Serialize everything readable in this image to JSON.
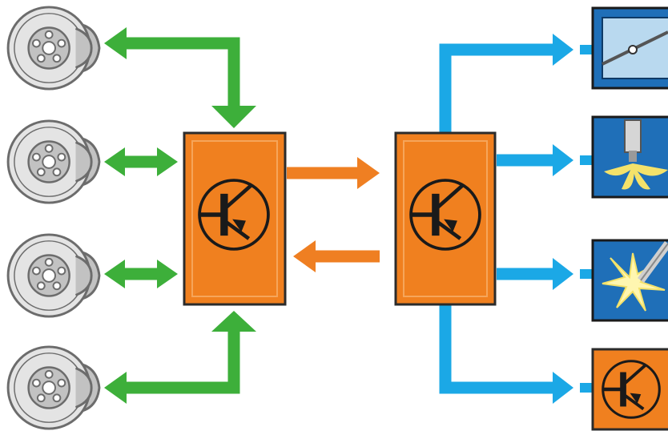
{
  "diagram": {
    "colors": {
      "green": "#3daf3a",
      "orange": "#ef7f22",
      "blue": "#1ba8e6",
      "disc_light": "#e4e4e4",
      "disc_mid": "#c2c2c2",
      "disc_stroke": "#6c6c6c",
      "module_fill": "#f0801f",
      "module_border": "#2b2b2b",
      "tile_blue": "#1f6fb8"
    },
    "brakes": [
      {
        "name": "brake-disc-1",
        "icon": "brake-disc-icon"
      },
      {
        "name": "brake-disc-2",
        "icon": "brake-disc-icon"
      },
      {
        "name": "brake-disc-3",
        "icon": "brake-disc-icon"
      },
      {
        "name": "brake-disc-4",
        "icon": "brake-disc-icon"
      }
    ],
    "modules": [
      {
        "name": "brake-control-module",
        "icon": "transistor-icon"
      },
      {
        "name": "central-control-module",
        "icon": "transistor-icon"
      }
    ],
    "outputs": [
      {
        "name": "wiper-output",
        "icon": "windshield-wiper-icon"
      },
      {
        "name": "injection-output",
        "icon": "fuel-injector-icon"
      },
      {
        "name": "ignition-output",
        "icon": "spark-plug-icon"
      },
      {
        "name": "electronics-output",
        "icon": "transistor-icon"
      }
    ]
  }
}
